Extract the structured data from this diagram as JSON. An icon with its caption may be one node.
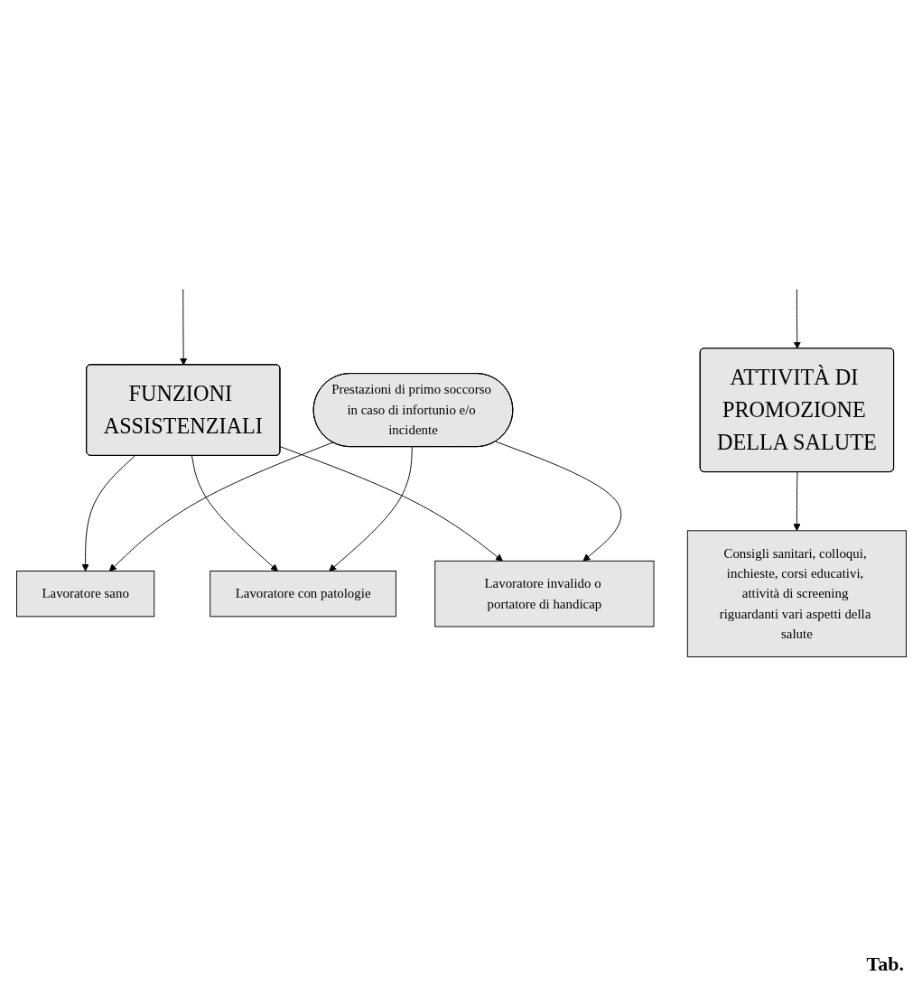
{
  "diagram": {
    "nodes": [
      {
        "text": [
          "FUNZIONI ASSISTENZIALI"
        ]
      },
      {
        "text": [
          "ATTIVITÀ DI PROMOZIONE DELLA SALUTE"
        ]
      },
      {
        "text": [
          "Lavoratore sano"
        ]
      },
      {
        "text": [
          "Lavoratore con patologie"
        ]
      },
      {
        "text": [
          "Lavoratore invalido o portatore di handicap"
        ]
      },
      {
        "text": [
          "Consigli sanitari, colloqui, inchieste, corsi educativi, attività di screening riguardanti vari aspetti della salute"
        ]
      },
      {
        "text": [
          "Prestazioni di primo soccorso in caso di infortunio e/o incidente"
        ]
      }
    ],
    "edges": [
      {
        "from": null,
        "to": 0,
        "arrow": "to"
      },
      {
        "from": null,
        "to": 1,
        "arrow": "to"
      },
      {
        "from": 0,
        "to": 2,
        "arrow": "to"
      },
      {
        "from": 0,
        "to": 3,
        "arrow": "to"
      },
      {
        "from": 0,
        "to": 4,
        "arrow": "to"
      },
      {
        "from": 1,
        "to": 5,
        "arrow": "to"
      },
      {
        "from": 6,
        "to": 2,
        "arrow": "to"
      },
      {
        "from": 6,
        "to": 3,
        "arrow": "to"
      },
      {
        "from": 6,
        "to": 4,
        "arrow": "to"
      }
    ],
    "labels": [
      "Tab."
    ]
  }
}
